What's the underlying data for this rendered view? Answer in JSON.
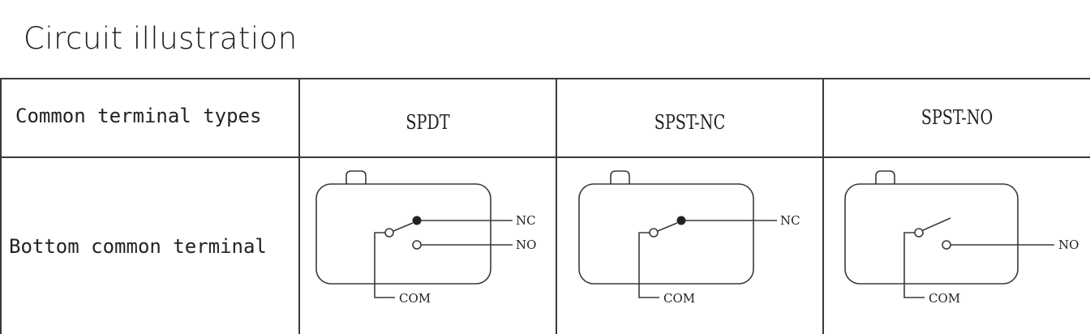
{
  "title": "Circuit illustration",
  "table": {
    "header_row": {
      "label": "Common terminal types",
      "columns": [
        "SPDT",
        "SPST-NC",
        "SPST-NO"
      ]
    },
    "body_row": {
      "label": "Bottom common terminal"
    }
  },
  "diagrams": [
    {
      "type": "SPDT",
      "terminals": [
        "NC",
        "NO",
        "COM"
      ]
    },
    {
      "type": "SPST-NC",
      "terminals": [
        "NC",
        "COM"
      ]
    },
    {
      "type": "SPST-NO",
      "terminals": [
        "NO",
        "COM"
      ]
    }
  ],
  "colors": {
    "line": "#3a3a3a",
    "text": "#222222",
    "background": "#ffffff"
  }
}
